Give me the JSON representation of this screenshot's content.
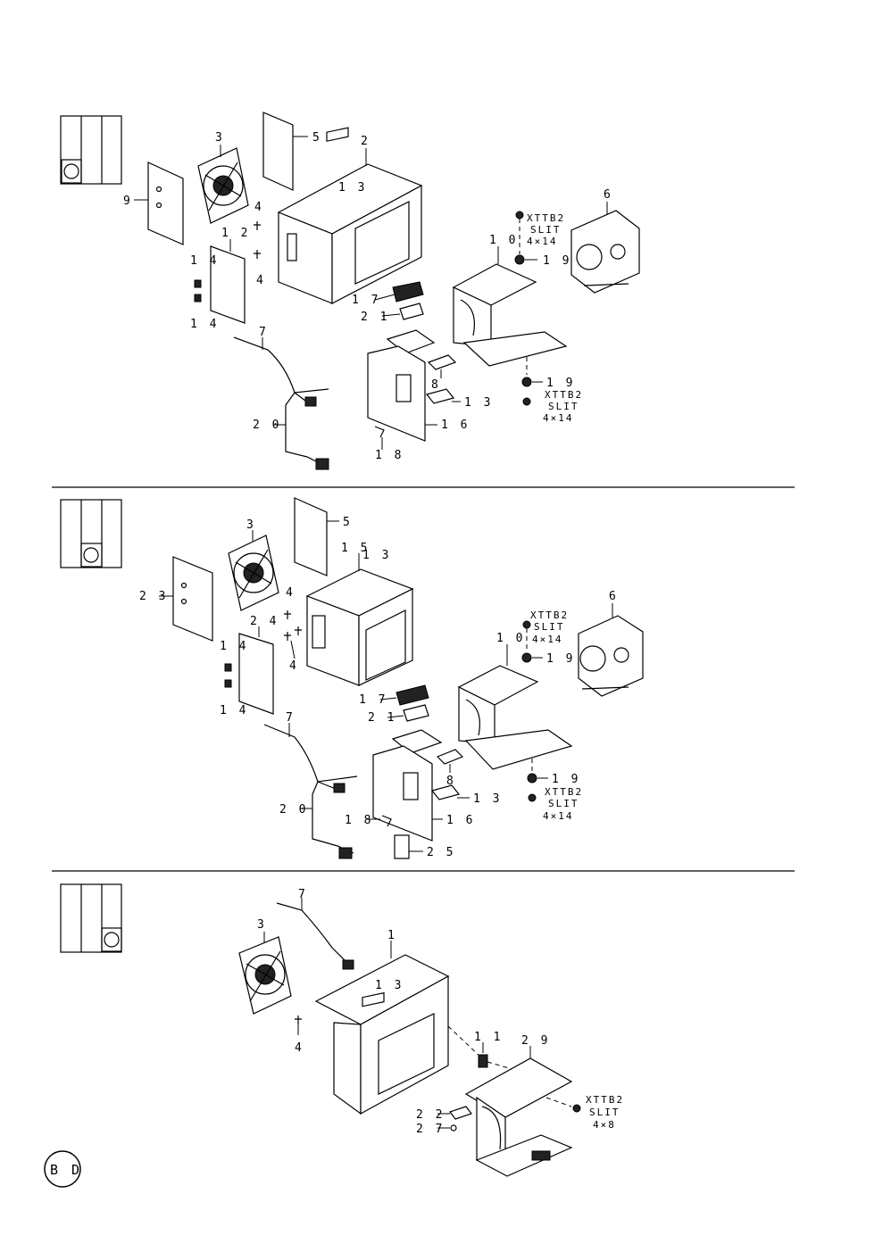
{
  "badge": "B D",
  "screw_note": {
    "line1": "XTTB2",
    "line2": "SLIT",
    "size_a": "4×14",
    "size_b": "4×8"
  },
  "sections": [
    {
      "labels": {
        "p5": "5",
        "p2": "2",
        "p3": "3",
        "p9": "9",
        "p13a": "1 3",
        "p4a": "4",
        "p12": "1 2",
        "p4b": "4",
        "p14a": "1 4",
        "p14b": "1 4",
        "p17": "1 7",
        "p21": "2 1",
        "p10": "1 0",
        "p6": "6",
        "p19a": "1 9",
        "p7": "7",
        "p8": "8",
        "p13b": "1 3",
        "p19b": "1 9",
        "p20": "2 0",
        "p16": "1 6",
        "p18": "1 8"
      }
    },
    {
      "labels": {
        "p5": "5",
        "p15": "1 5",
        "p13a": "1 3",
        "p3": "3",
        "p23": "2 3",
        "p4a": "4",
        "p24": "2 4",
        "p4b": "4",
        "p14a": "1 4",
        "p14b": "1 4",
        "p6": "6",
        "p10": "1 0",
        "p19a": "1 9",
        "p17": "1 7",
        "p21": "2 1",
        "p7": "7",
        "p8": "8",
        "p13b": "1 3",
        "p19b": "1 9",
        "p20": "2 0",
        "p18": "1 8",
        "p16": "1 6",
        "p25": "2 5"
      }
    },
    {
      "labels": {
        "p7": "7",
        "p3": "3",
        "p1": "1",
        "p13": "1 3",
        "p4": "4",
        "p11": "1 1",
        "p29": "2 9",
        "p22": "2 2",
        "p27": "2 7"
      }
    }
  ]
}
